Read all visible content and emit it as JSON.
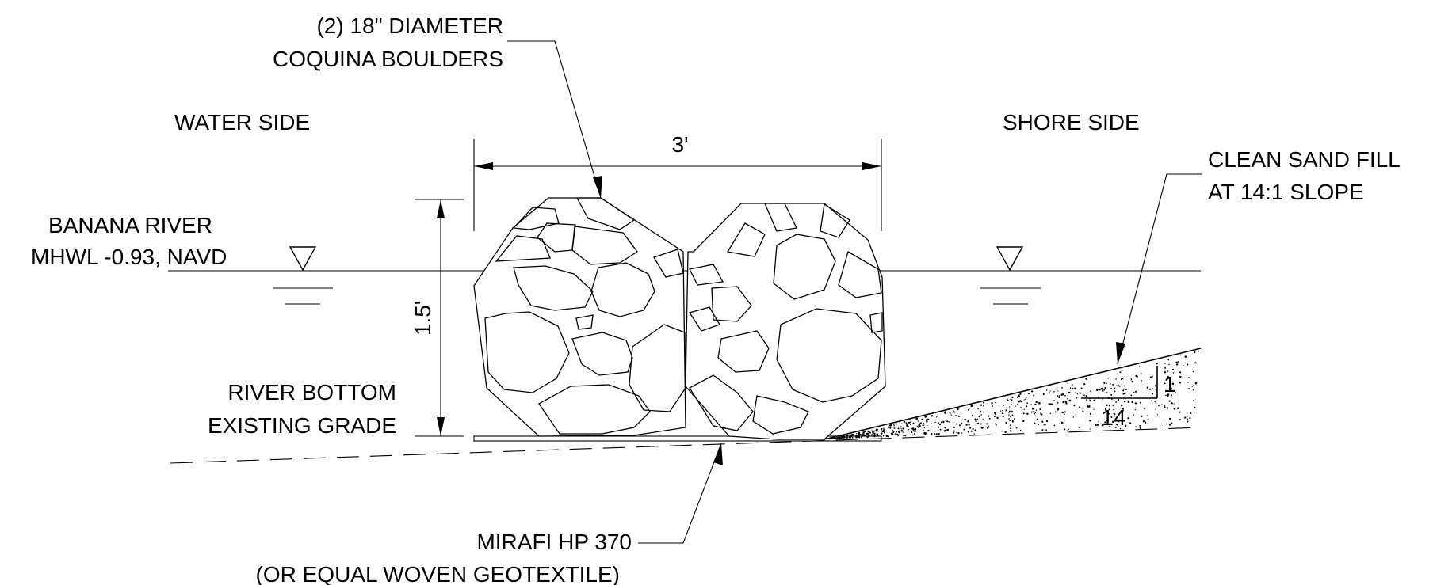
{
  "labels": {
    "boulders_line1": "(2) 18\" DIAMETER",
    "boulders_line2": "COQUINA BOULDERS",
    "water_side": "WATER SIDE",
    "shore_side": "SHORE SIDE",
    "sand_line1": "CLEAN SAND FILL",
    "sand_line2": "AT 14:1 SLOPE",
    "mhwl_line1": "BANANA RIVER",
    "mhwl_line2": "MHWL -0.93, NAVD",
    "bottom_line1": "RIVER BOTTOM",
    "bottom_line2": "EXISTING GRADE",
    "geotextile_line1": "MIRAFI HP 370",
    "geotextile_line2": "(OR EQUAL WOVEN GEOTEXTILE)"
  },
  "dimensions": {
    "width": "3'",
    "height": "1.5'"
  },
  "slope": {
    "rise": "1",
    "run": "14"
  },
  "icons": {
    "water_level_marker": "inverted-triangle-icon"
  }
}
